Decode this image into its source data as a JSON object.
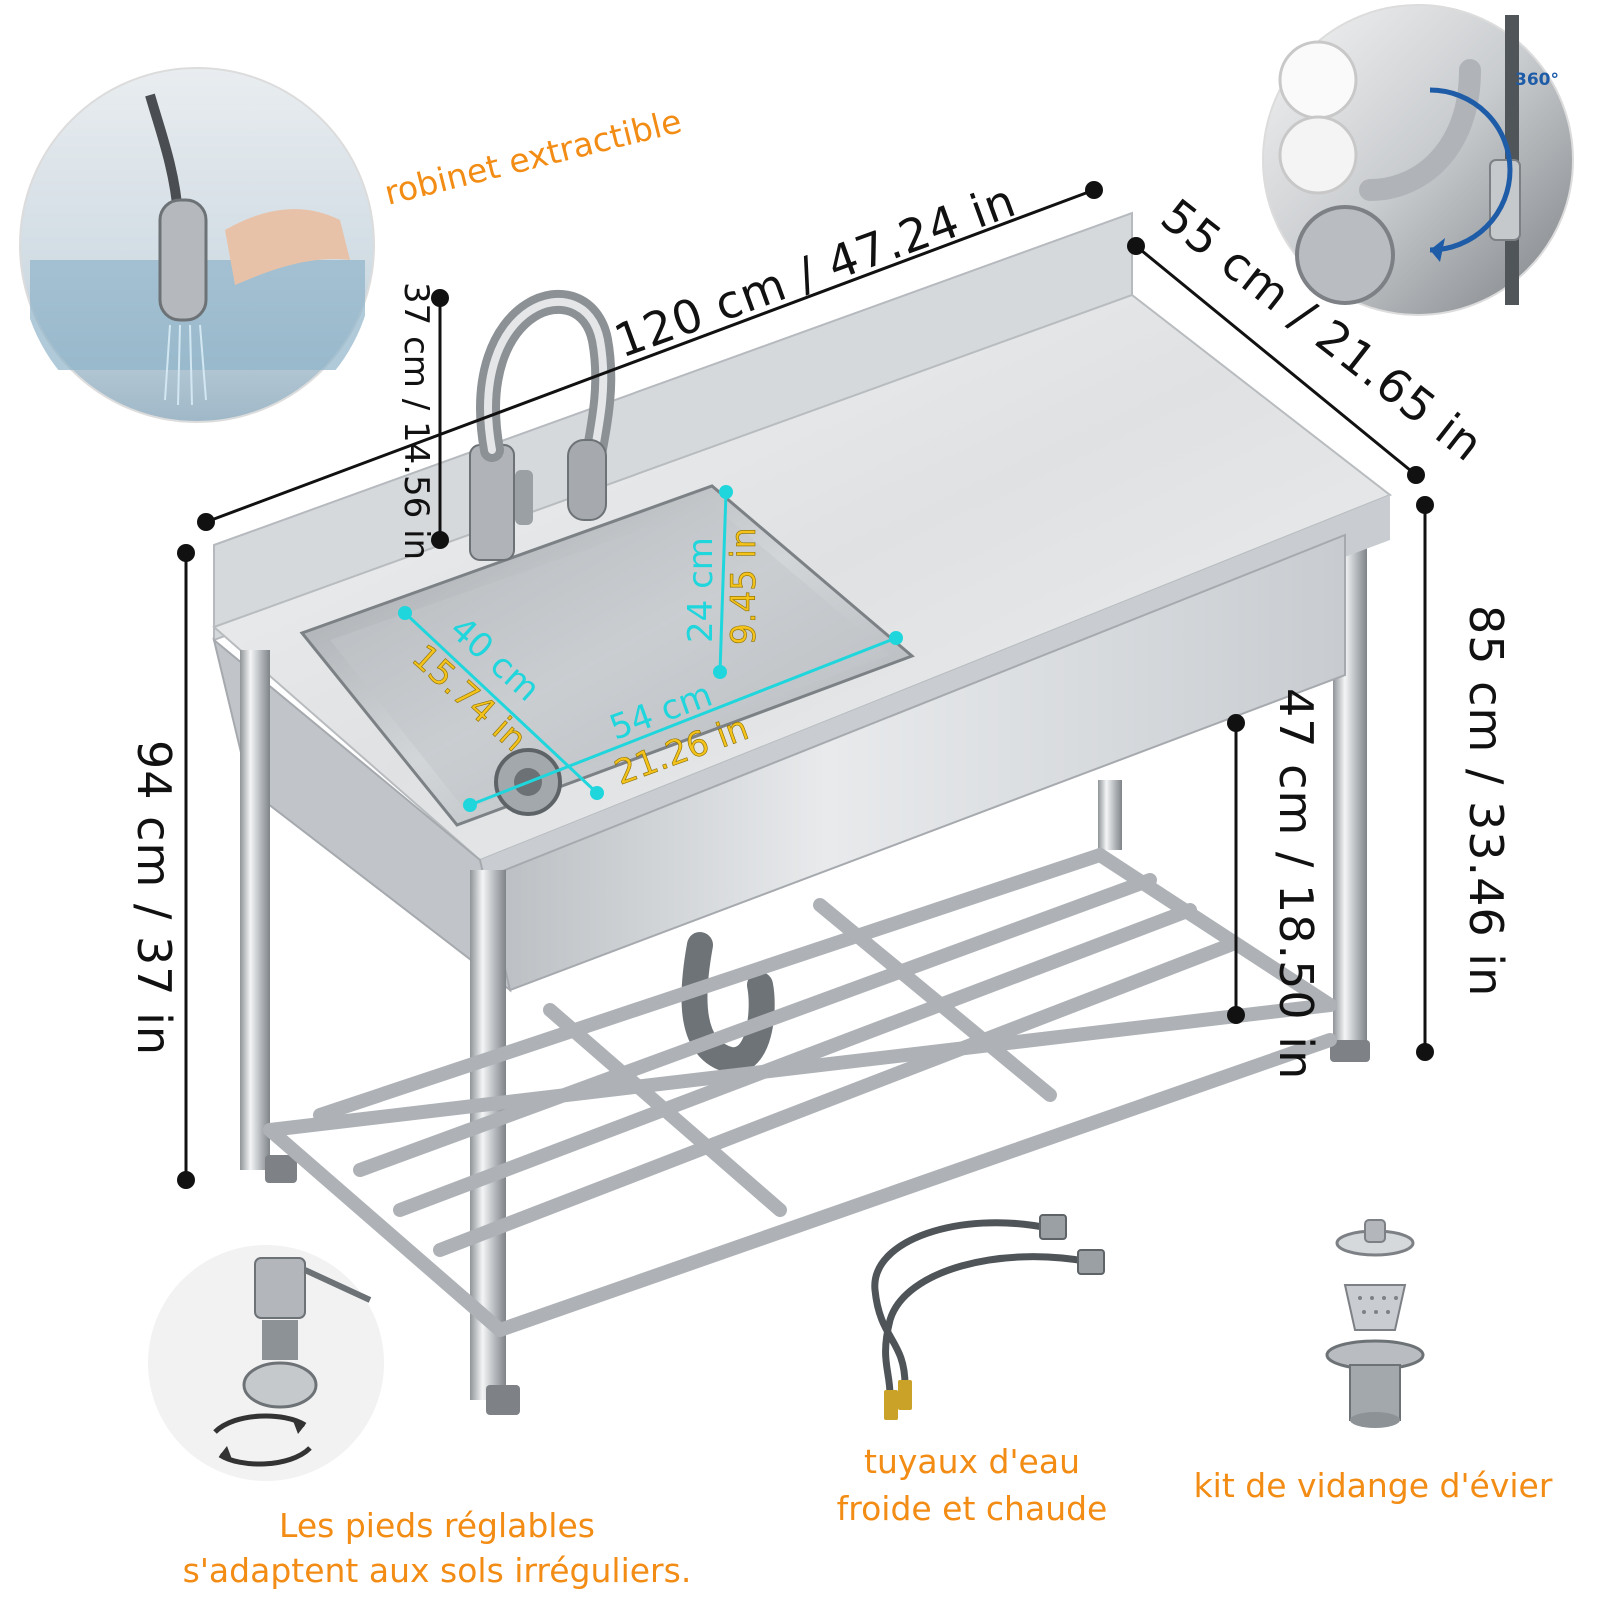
{
  "dimensions": {
    "width": "120 cm / 47.24 in",
    "depth": "55 cm / 21.65 in",
    "faucet_height": "37 cm / 14.56 in",
    "total_height": "94 cm / 37 in",
    "counter_height": "85 cm / 33.46 in",
    "shelf_clearance": "47 cm / 18.50 in"
  },
  "basin": {
    "width_cm": "40 cm",
    "width_in": "15.74 in",
    "depth_cm": "24 cm",
    "depth_in": "9.45 in",
    "length_cm": "54 cm",
    "length_in": "21.26 in"
  },
  "features": {
    "pull_out_faucet": "robinet extractible",
    "rotation": "360°",
    "hoses_line1": "tuyaux d'eau",
    "hoses_line2": "froide et chaude",
    "drain_kit": "kit de vidange d'évier",
    "feet_line1": "Les pieds réglables",
    "feet_line2": "s'adaptent aux sols irréguliers."
  },
  "colors": {
    "steel_light": "#e6e8ea",
    "steel_mid": "#c4c8cc",
    "steel_dark": "#8d9296",
    "caption": "#f28c14",
    "cyan": "#1fd6dc",
    "yellow": "#f3c21b"
  }
}
